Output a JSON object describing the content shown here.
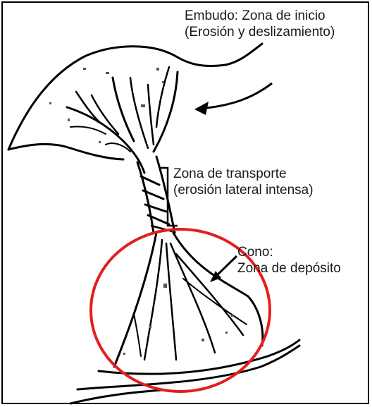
{
  "labels": {
    "inicio": {
      "line1": "Embudo: Zona de inicio",
      "line2": "(Erosión y deslizamiento)"
    },
    "transporte": {
      "line1": "Zona de transporte",
      "line2": "(erosión lateral intensa)"
    },
    "cono": {
      "line1": "Cono:",
      "line2": "Zona de depósito"
    }
  },
  "colors": {
    "ink": "#000000",
    "highlight_circle": "#e41e1e",
    "background": "#ffffff",
    "speckle": "#555555"
  }
}
